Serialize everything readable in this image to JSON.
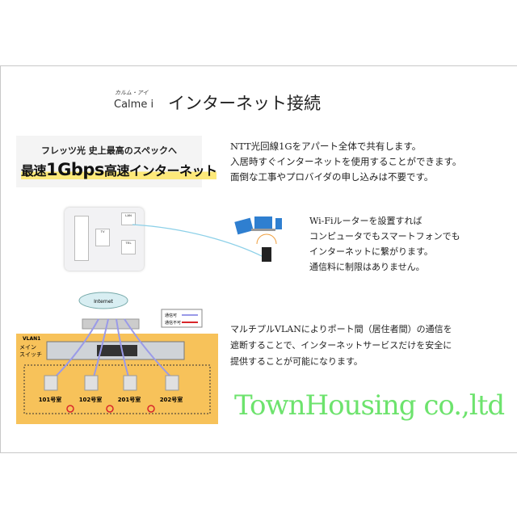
{
  "header": {
    "brand_kana": "カルム・アイ",
    "brand": "Calme i",
    "title": "インターネット接続"
  },
  "banner": {
    "line1": "フレッツ光 史上最高のスペックへ",
    "line2_prefix": "最速",
    "line2_big": "1Gbps",
    "line2_suffix": "高速インターネット",
    "highlight": "#fde97a"
  },
  "section1": {
    "lines": [
      "NTT光回線1Gをアパート全体で共有します。",
      "入居時すぐインターネットを使用することができます。",
      "面倒な工事やプロバイダの申し込みは不要です。"
    ]
  },
  "section2": {
    "lines": [
      "Wi-Fiルーターを設置すれば",
      "コンピュータでもスマートフォンでも",
      "インターネットに繋がります。",
      "通信料に制限はありません。"
    ],
    "plate_labels": {
      "tv": "TV",
      "lan": "LAN",
      "tel": "TEL"
    }
  },
  "section3": {
    "lines": [
      "マルチプルVLANによりポート間（居住者間）の通信を",
      "遮断することで、インターネットサービスだけを安全に",
      "提供することが可能になります。"
    ]
  },
  "diagram": {
    "cloud": "Internet",
    "vlan": "VLAN1",
    "switch_label": [
      "メイン",
      "スイッチ"
    ],
    "legend": {
      "ok": "通信可",
      "ng": "通信不可"
    },
    "rooms": [
      "101号室",
      "102号室",
      "201号室",
      "202号室"
    ],
    "colors": {
      "vlan_bg": "#f7c25a",
      "arrow": "#9a9ae8",
      "block": "#d8262a"
    }
  },
  "watermark": "TownHousing co.,ltd"
}
